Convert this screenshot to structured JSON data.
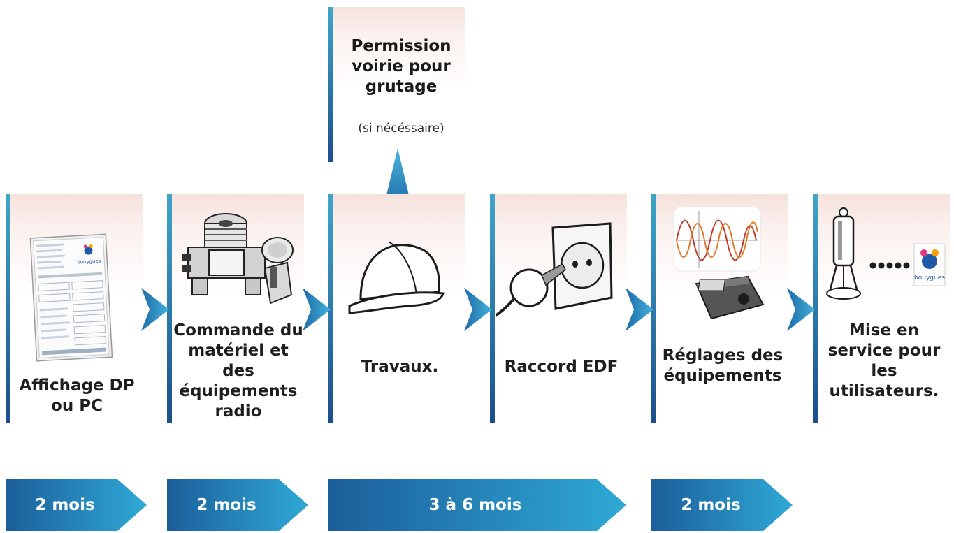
{
  "top_step": {
    "title": "Permission voirie pour grutage",
    "note": "(si nécéssaire)"
  },
  "steps": [
    {
      "label": "Affichage DP ou PC",
      "icon": "permit-form-icon"
    },
    {
      "label": "Commande du matériel et des équipements radio",
      "icon": "radio-equipment-icon"
    },
    {
      "label": "Travaux.",
      "icon": "hard-hat-icon"
    },
    {
      "label": "Raccord EDF",
      "icon": "power-socket-icon"
    },
    {
      "label": "Réglages des équipements",
      "icon": "signal-meter-icon"
    },
    {
      "label": "Mise en service pour les utilisateurs.",
      "icon": "antenna-icon"
    }
  ],
  "durations": [
    "2 mois",
    "2 mois",
    "3 à 6 mois",
    "2 mois"
  ],
  "colors": {
    "accent_light": "#3fa6c9",
    "accent_dark": "#1b4e8a",
    "card_tint": "#f6e2dc"
  }
}
